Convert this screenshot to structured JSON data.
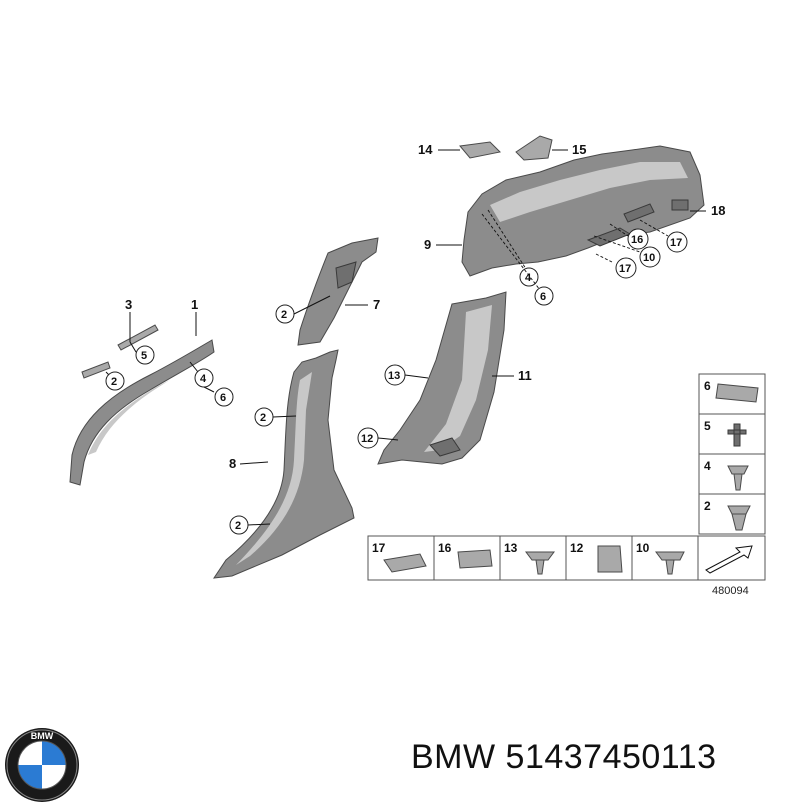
{
  "diagram": {
    "callouts": {
      "p1": "1",
      "p2a": "2",
      "p2b": "2",
      "p2c": "2",
      "p2d": "2",
      "p3": "3",
      "p4a": "4",
      "p4b": "4",
      "p5": "5",
      "p6a": "6",
      "p6b": "6",
      "p7": "7",
      "p8": "8",
      "p9": "9",
      "p10": "10",
      "p11": "11",
      "p12": "12",
      "p13": "13",
      "p14": "14",
      "p15": "15",
      "p16": "16",
      "p17a": "17",
      "p17b": "17",
      "p18": "18"
    },
    "legend_right": [
      "6",
      "5",
      "4",
      "2"
    ],
    "legend_bottom": [
      "17",
      "16",
      "13",
      "12",
      "10"
    ],
    "reference_number": "480094"
  },
  "brand": {
    "logo_text": "BMW",
    "caption": "BMW 51437450113"
  },
  "colors": {
    "part_gray": "#8c8c8c",
    "logo_blue": "#2b7bd3",
    "logo_ring": "#1a1a1a"
  }
}
